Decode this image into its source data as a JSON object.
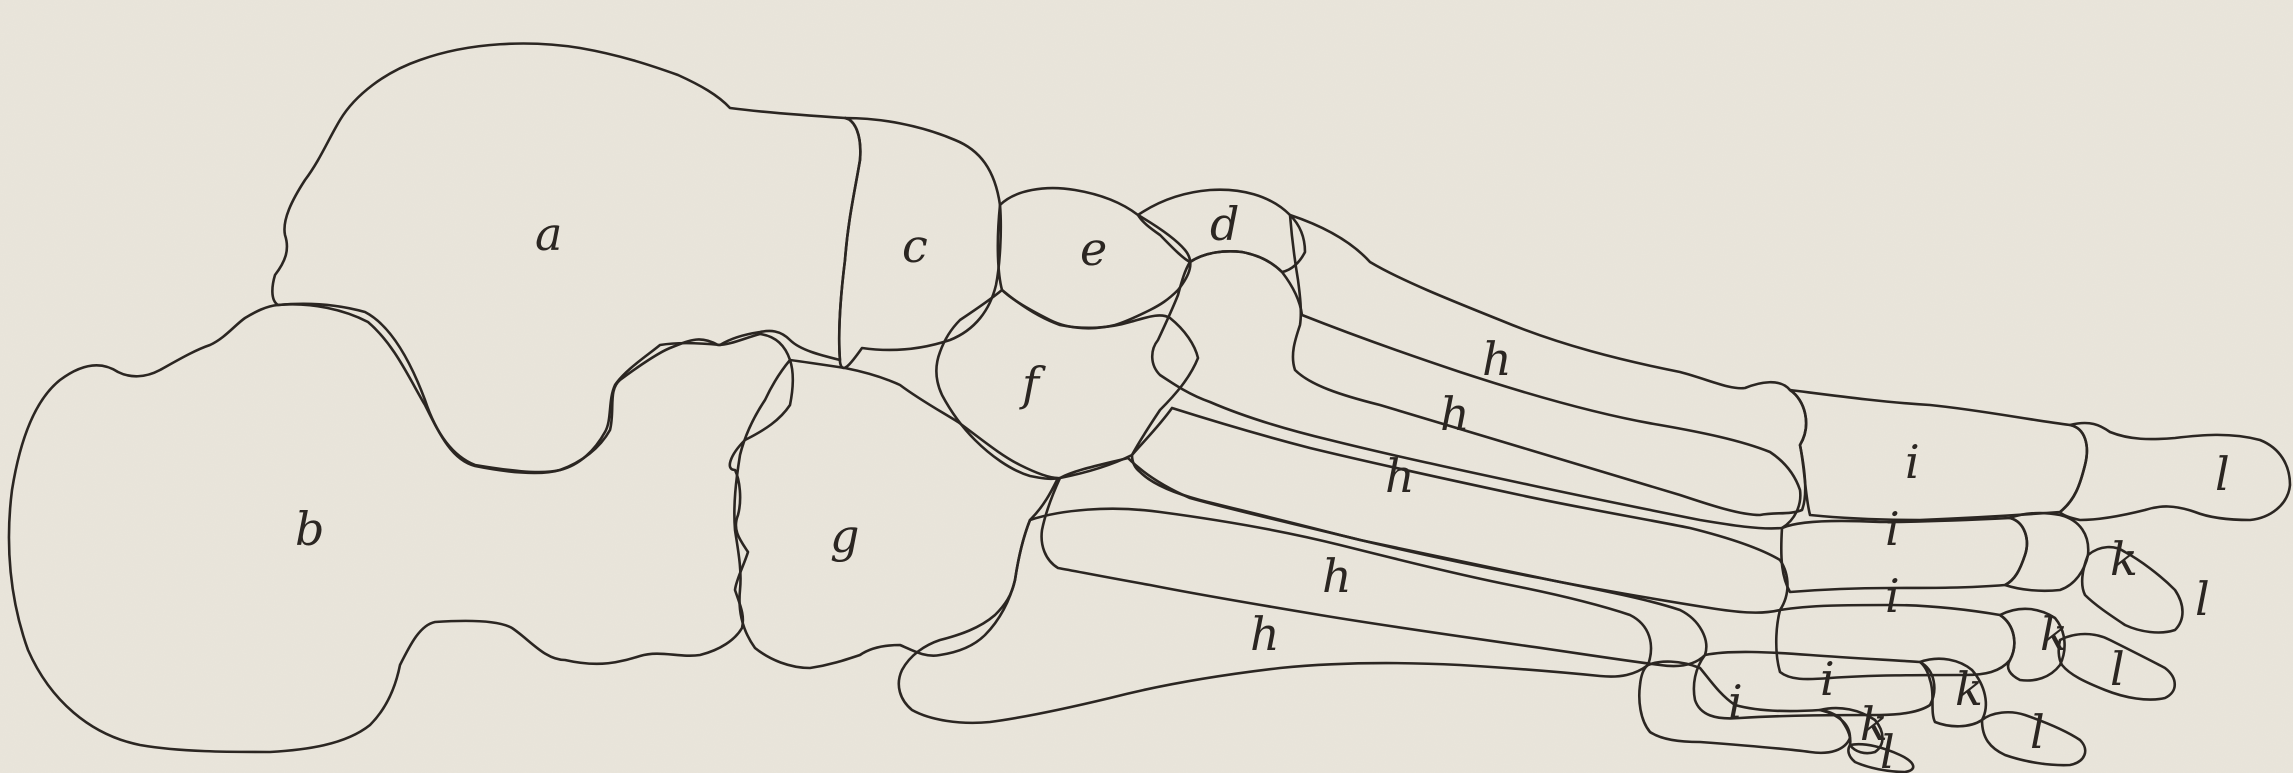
{
  "labels": {
    "a": "a",
    "b": "b",
    "c": "c",
    "d": "d",
    "e": "e",
    "f": "f",
    "g": "g",
    "h": "h",
    "i": "i",
    "k": "k",
    "l": "l"
  },
  "colors": {
    "paper": "#eae6dc",
    "ink": "#2b2622"
  }
}
